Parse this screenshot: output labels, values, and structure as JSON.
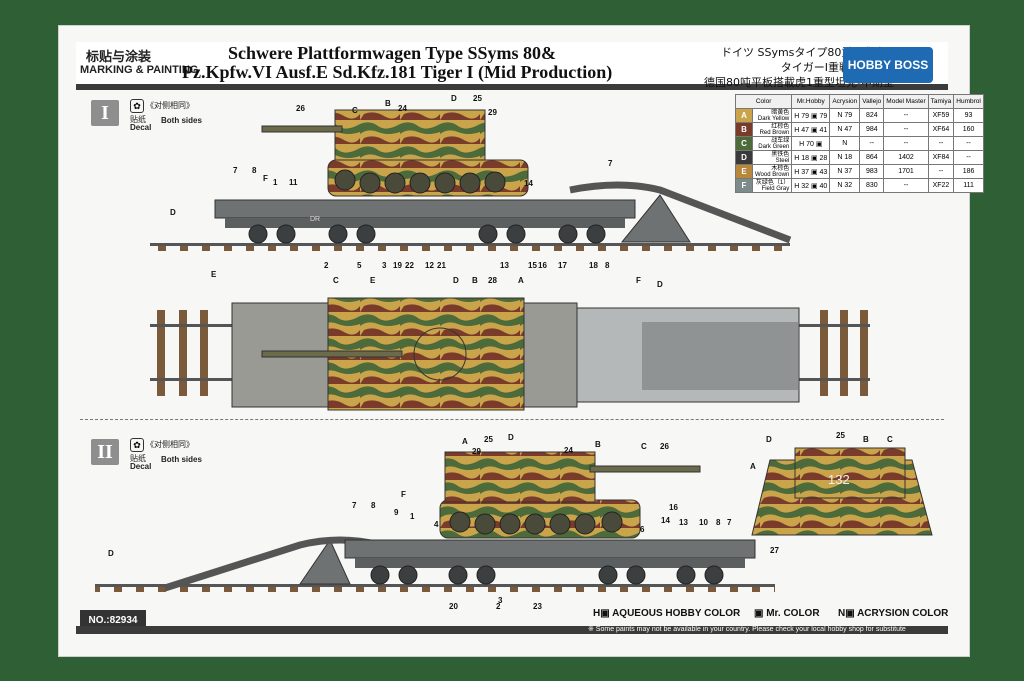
{
  "header": {
    "section_cn": "标贴与涂装",
    "section_en": "MARKING & PAINTING",
    "title_line1": "Schwere Plattformwagen Type SSyms 80&",
    "title_line2": "Pz.Kpfw.VI Ausf.E Sd.Kfz.181 Tiger I (Mid Production)",
    "jp_line1": "ドイツ SSymsタイプ80重平貨車&",
    "jp_line2": "タイガーⅠ重戦車中期型",
    "cn_line1": "德国80吨平板搭載虎1重型坦克-中期型",
    "brand": "HOBBY BOSS"
  },
  "sections": [
    {
      "numeral": "I",
      "decal_cn": "《对侧相同》",
      "decal_label": "贴纸",
      "decal_en": "Decal",
      "sides": "Both sides"
    },
    {
      "numeral": "II",
      "decal_cn": "《对侧相同》",
      "decal_label": "贴纸",
      "decal_en": "Decal",
      "sides": "Both sides"
    }
  ],
  "color_table": {
    "headers": [
      "Color",
      "Mr.Hobby",
      "Acrysion",
      "Vallejo",
      "Model Master",
      "Tamiya",
      "Humbrol"
    ],
    "rows": [
      {
        "letter": "A",
        "swatch": "#c9a44a",
        "name_cn": "暗黄色",
        "name_en": "Dark Yellow",
        "mr_hobby": "H 79 ▣ 79",
        "acrysion": "N 79",
        "vallejo": "824",
        "model_master": "--",
        "tamiya": "XF59",
        "humbrol": "93"
      },
      {
        "letter": "B",
        "swatch": "#7a3b2a",
        "name_cn": "红棕色",
        "name_en": "Red Brown",
        "mr_hobby": "H 47 ▣ 41",
        "acrysion": "N 47",
        "vallejo": "984",
        "model_master": "--",
        "tamiya": "XF64",
        "humbrol": "160"
      },
      {
        "letter": "C",
        "swatch": "#4c6a3a",
        "name_cn": "战车绿",
        "name_en": "Dark Green",
        "mr_hobby": "H 70 ▣",
        "acrysion": "N",
        "vallejo": "--",
        "model_master": "--",
        "tamiya": "--",
        "humbrol": "--"
      },
      {
        "letter": "D",
        "swatch": "#3a3a3a",
        "name_cn": "黑铁色",
        "name_en": "Steel",
        "mr_hobby": "H 18 ▣ 28",
        "acrysion": "N 18",
        "vallejo": "864",
        "model_master": "1402",
        "tamiya": "XF84",
        "humbrol": "--"
      },
      {
        "letter": "E",
        "swatch": "#b8873a",
        "name_cn": "木棕色",
        "name_en": "Wood Brown",
        "mr_hobby": "H 37 ▣ 43",
        "acrysion": "N 37",
        "vallejo": "983",
        "model_master": "1701",
        "tamiya": "--",
        "humbrol": "186"
      },
      {
        "letter": "F",
        "swatch": "#7d8a8a",
        "name_cn": "灰绿色（1）",
        "name_en": "Field Gray",
        "mr_hobby": "H 32 ▣ 40",
        "acrysion": "N 32",
        "vallejo": "830",
        "model_master": "--",
        "tamiya": "XF22",
        "humbrol": "111"
      }
    ]
  },
  "callouts_top": [
    "26",
    "C",
    "B",
    "24",
    "D",
    "25",
    "29",
    "7",
    "8",
    "F",
    "1",
    "11",
    "D",
    "14",
    "7",
    "2",
    "5",
    "3",
    "19",
    "22",
    "12",
    "21",
    "13",
    "15",
    "16",
    "17",
    "18",
    "8"
  ],
  "callouts_plan": [
    "E",
    "C",
    "E",
    "D",
    "B",
    "28",
    "A",
    "F",
    "D"
  ],
  "callouts_bottom": [
    "A",
    "29",
    "25",
    "D",
    "24",
    "B",
    "C",
    "26",
    "7",
    "8",
    "F",
    "9",
    "1",
    "4",
    "16",
    "14",
    "13",
    "10",
    "8",
    "7",
    "D",
    "3",
    "6",
    "20",
    "2",
    "23"
  ],
  "callouts_rear": [
    "D",
    "25",
    "B",
    "C",
    "A",
    "27"
  ],
  "turret_number": "132",
  "wagon_marking": "DR",
  "footer": {
    "part_no": "NO.:82934",
    "legend_h": "H▣ AQUEOUS HOBBY COLOR",
    "legend_mr": "▣ Mr. COLOR",
    "legend_n": "N▣ ACRYSION COLOR",
    "note": "※ Some paints may not be available in your country. Please check your local hobby shop for substitute"
  }
}
